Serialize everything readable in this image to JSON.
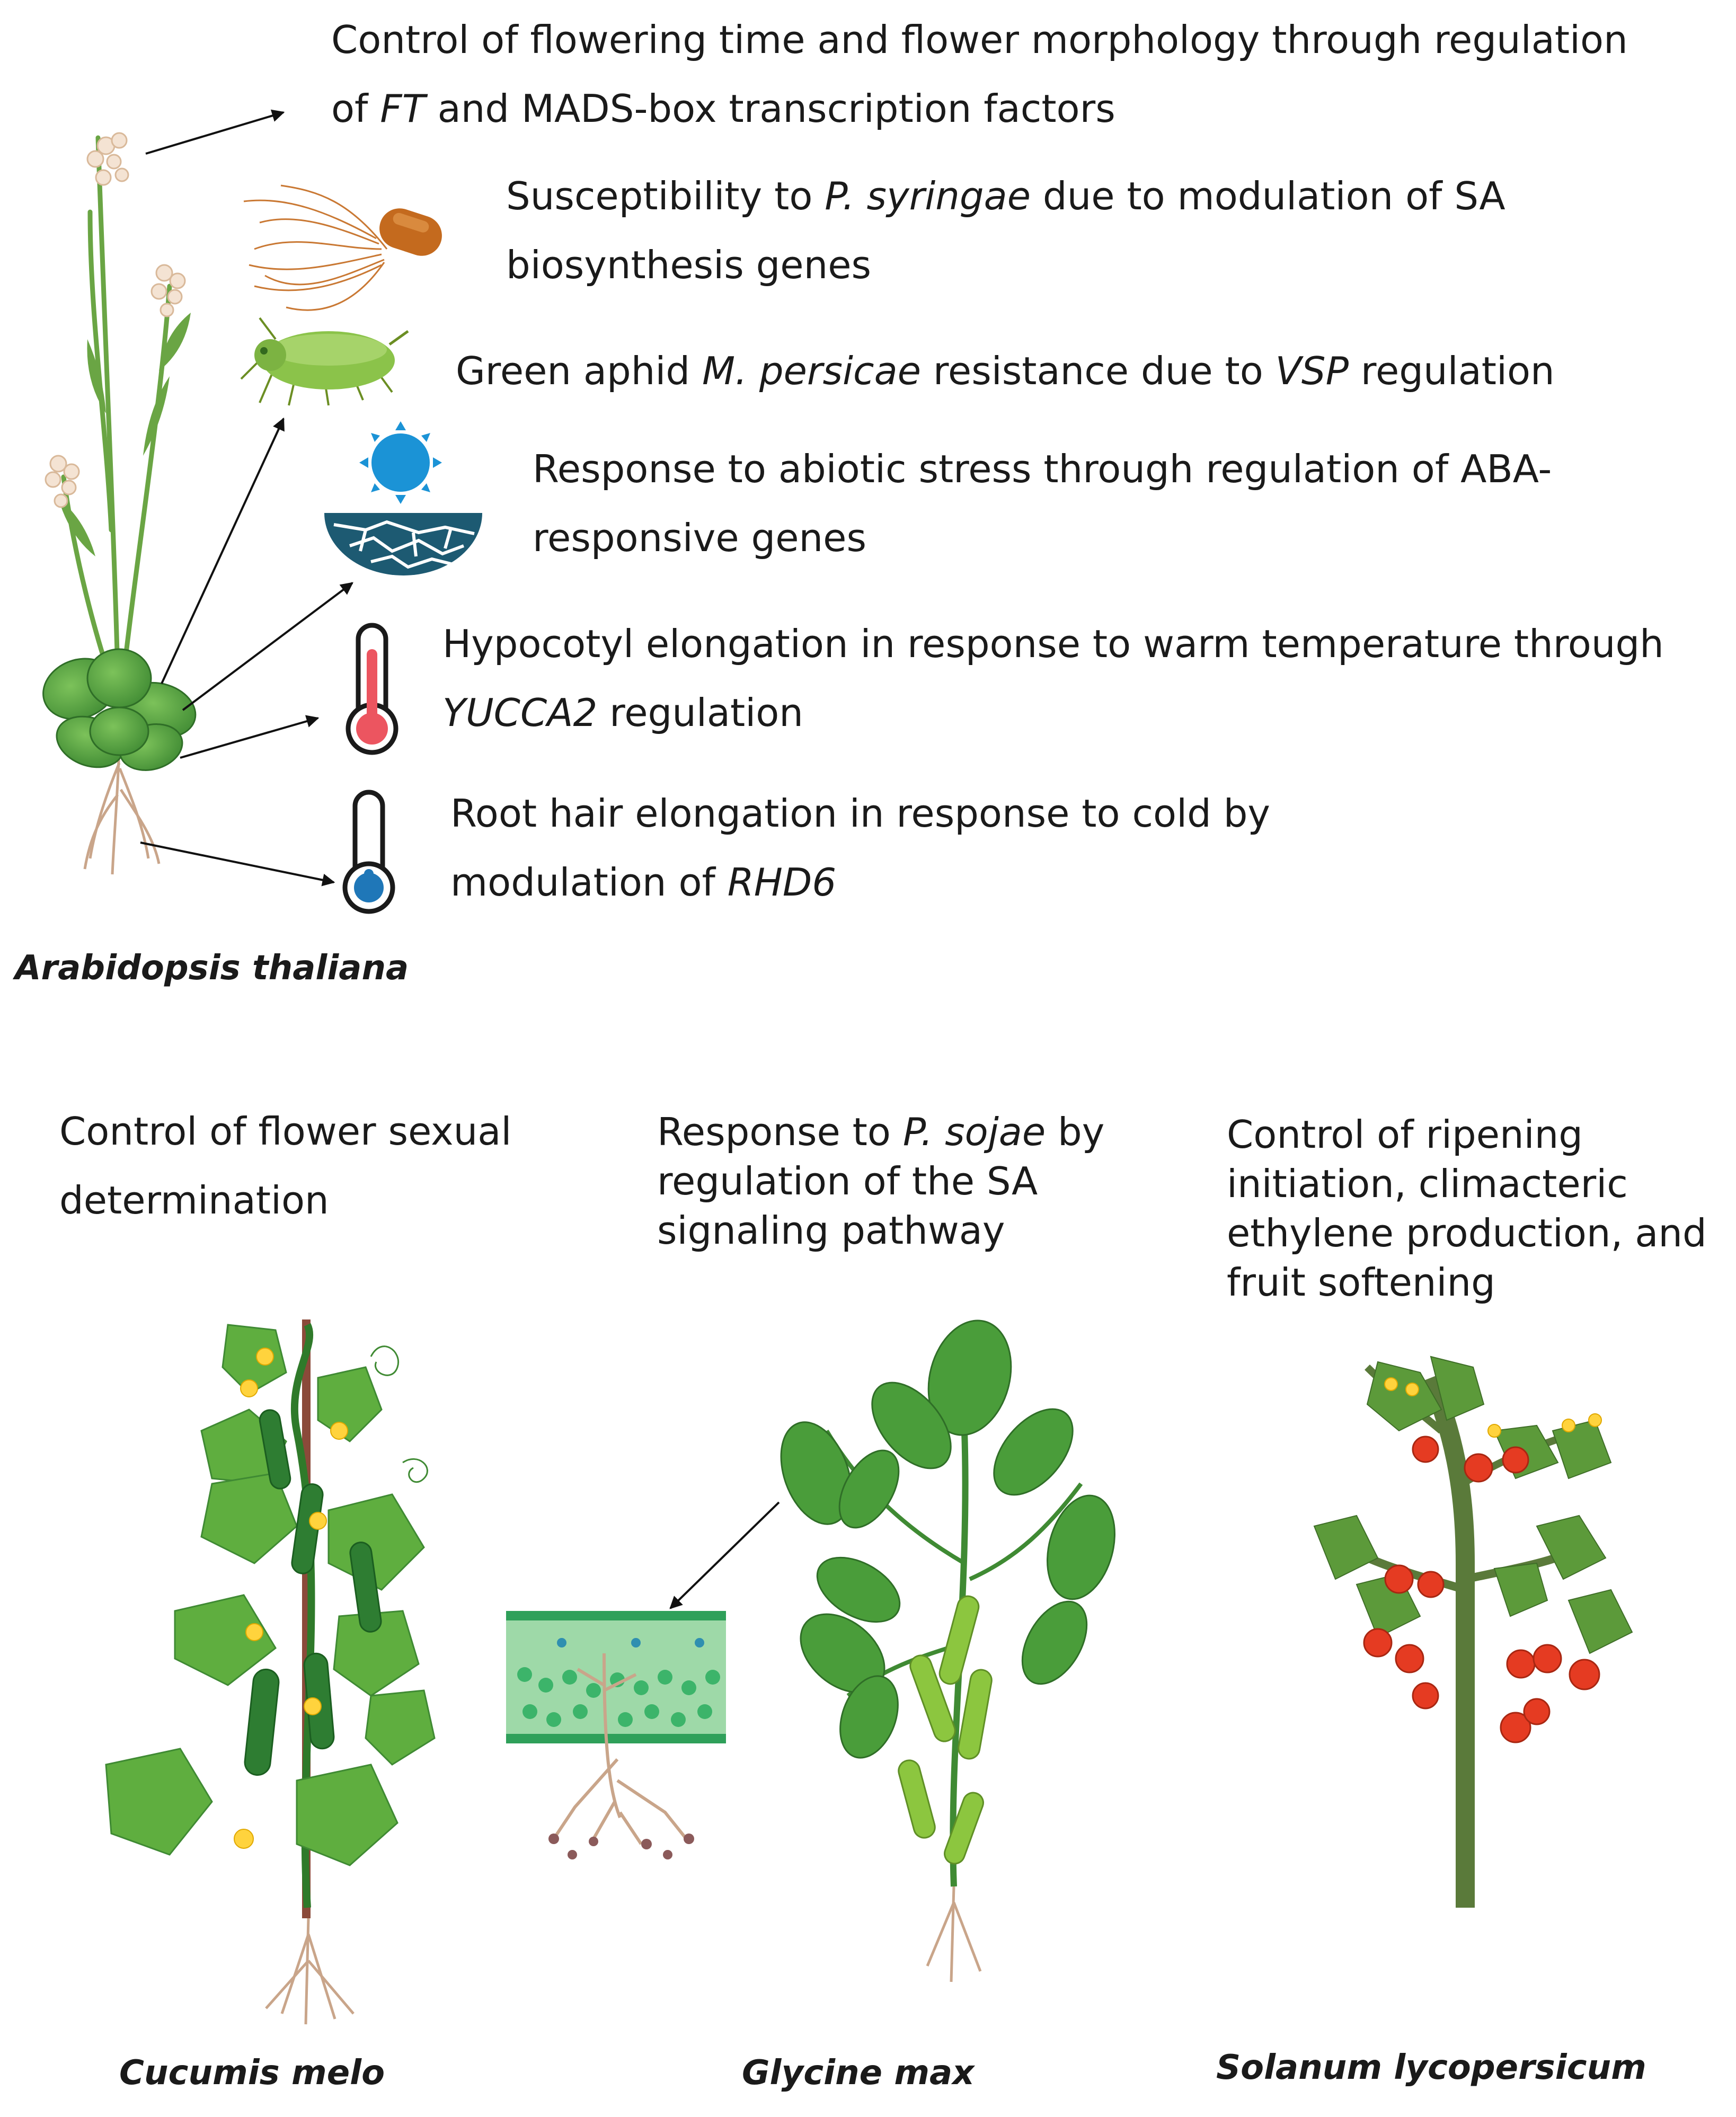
{
  "arabidopsis": {
    "species": "Arabidopsis thaliana",
    "flowering": {
      "line1": "Control of flowering time and flower morphology through regulation",
      "l2_a": "of ",
      "l2_gene": "FT",
      "l2_b": " and MADS-box transcription factors"
    },
    "syringae": {
      "l1_a": "Susceptibility to ",
      "l1_pathogen": "P. syringae",
      "l1_b": " due to modulation of SA",
      "line2": "biosynthesis genes"
    },
    "aphid": {
      "a": "Green aphid ",
      "organism": "M. persicae",
      "b": " resistance due to ",
      "gene": "VSP",
      "c": " regulation"
    },
    "abiotic": {
      "line1": "Response to abiotic stress through regulation of ABA-",
      "line2": "responsive genes"
    },
    "hypocotyl": {
      "line1": "Hypocotyl elongation in response to warm temperature through",
      "l2_gene": "YUCCA2",
      "l2_b": " regulation"
    },
    "roothair": {
      "line1": "Root hair elongation in response to cold by",
      "l2_a": "modulation of ",
      "l2_gene": "RHD6"
    }
  },
  "cucumis": {
    "species": "Cucumis melo",
    "line1": "Control of flower sexual",
    "line2": "determination"
  },
  "glycine": {
    "species": "Glycine max",
    "l1_a": "Response to ",
    "l1_pathogen": "P. sojae",
    "l1_b": " by",
    "line2": "regulation of the SA",
    "line3": "signaling pathway"
  },
  "solanum": {
    "species": "Solanum lycopersicum",
    "line1": "Control of ripening",
    "line2": "initiation, climacteric",
    "line3": "ethylene production, and",
    "line4": "fruit softening"
  },
  "colors": {
    "leaf_green": "#5fae3f",
    "dark_green": "#2f7a2a",
    "tomato_red": "#e53b22",
    "sun_blue": "#1b93d6",
    "soil_teal": "#1d5a72",
    "warm_red": "#ec5560",
    "cold_blue": "#1f77b8",
    "bacteria_brown": "#c46a1e",
    "aphid_green": "#8bc34a"
  }
}
